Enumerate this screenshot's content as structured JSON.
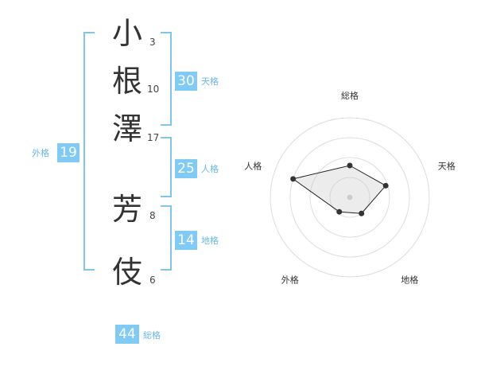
{
  "name_chars": [
    {
      "char": "小",
      "strokes": "3"
    },
    {
      "char": "根",
      "strokes": "10"
    },
    {
      "char": "澤",
      "strokes": "17"
    },
    {
      "char": "芳",
      "strokes": "8"
    },
    {
      "char": "伎",
      "strokes": "6"
    }
  ],
  "fortune": {
    "tenkaku": {
      "value": "30",
      "label": "天格"
    },
    "jinkaku": {
      "value": "25",
      "label": "人格"
    },
    "chikaku": {
      "value": "14",
      "label": "地格"
    },
    "gaikaku": {
      "value": "19",
      "label": "外格"
    },
    "soukaku": {
      "value": "44",
      "label": "総格"
    }
  },
  "colors": {
    "accent": "#7fcbf5",
    "bracket": "#7fc4ee",
    "label": "#68b8ea",
    "text": "#333333"
  },
  "chart_data": {
    "type": "radar",
    "axes": [
      "総格",
      "天格",
      "地格",
      "外格",
      "人格"
    ],
    "levels": 4,
    "range": [
      0,
      4
    ],
    "values": [
      1.6,
      1.9,
      1.0,
      0.9,
      3.0
    ],
    "grid": true
  }
}
